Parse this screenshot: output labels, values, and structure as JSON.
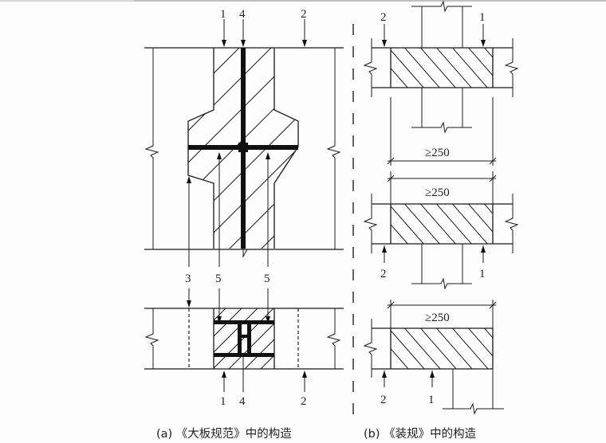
{
  "figure": {
    "panel_a": {
      "caption": "(a) 《大板规范》中的构造",
      "elevation_labels_top": [
        "1",
        "4",
        "2"
      ],
      "elevation_labels_bottom": [
        "3",
        "5",
        "5"
      ],
      "section_labels_bottom": [
        "1",
        "4",
        "2"
      ]
    },
    "panel_b": {
      "caption": "(b) 《装规》中的构造",
      "detail1": {
        "labels_top": [
          "2",
          "1"
        ],
        "dimension": "≥250"
      },
      "detail2": {
        "labels_bottom": [
          "2",
          "1"
        ],
        "dimension": "≥250"
      },
      "detail3": {
        "labels_bottom": [
          "2",
          "1"
        ],
        "dimension": "≥250"
      }
    },
    "colors": {
      "line": "#1a1a1a",
      "background": "#fdfdfd"
    }
  }
}
